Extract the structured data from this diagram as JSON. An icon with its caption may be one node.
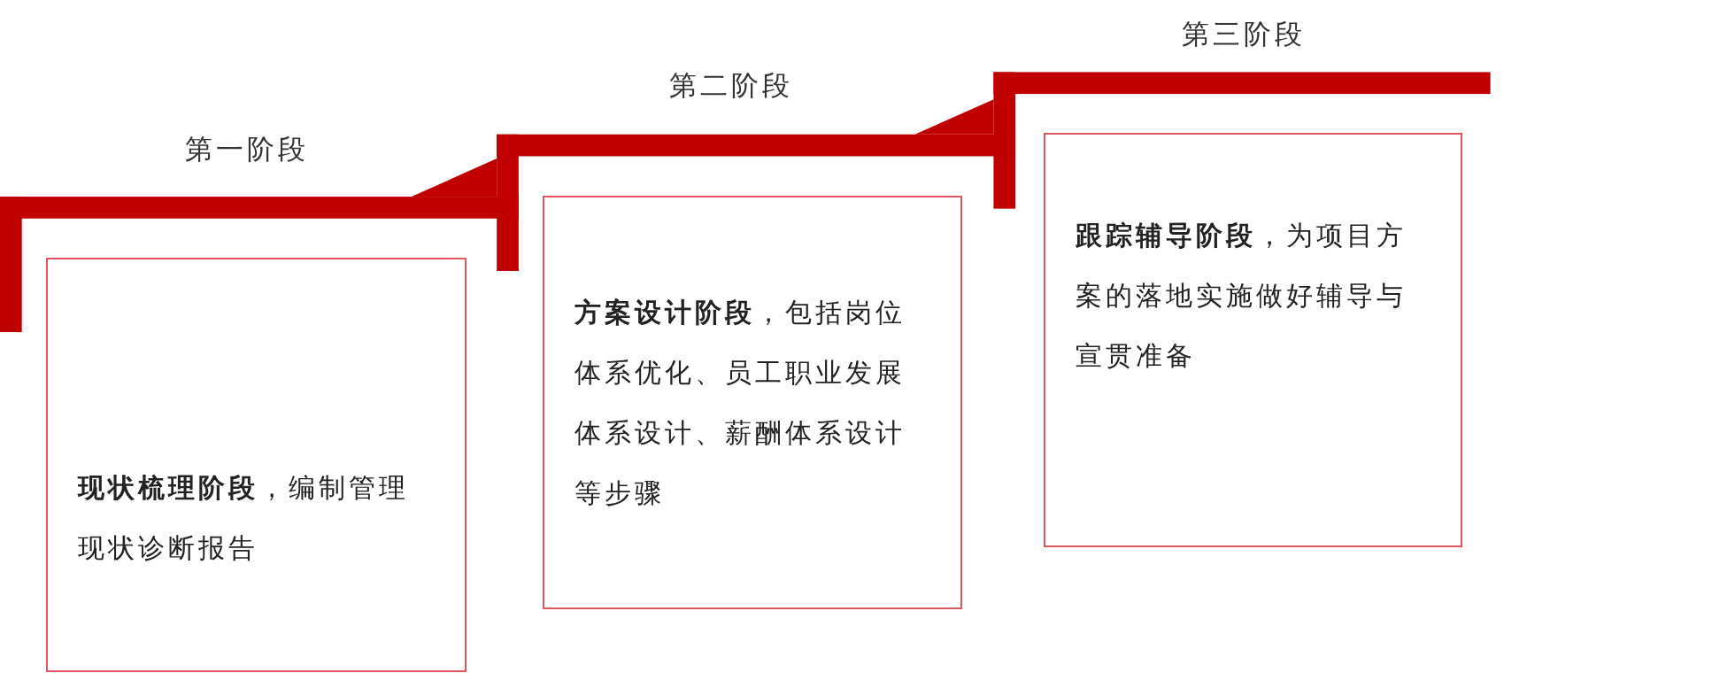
{
  "diagram": {
    "nodes": [
      {
        "text": [
          "**现状梳理阶段**，编制管理现状诊断报告"
        ]
      },
      {
        "text": [
          "**方案设计阶段**，包括岗位体系优化、员工职业发展体系设计、薪酬体系设计等步骤"
        ]
      },
      {
        "text": [
          "**跟踪辅导阶段**，为项目方案的落地实施做好辅导与宣贯准备"
        ]
      }
    ],
    "labels": [
      "第三阶段",
      "第二阶段",
      "第一阶段"
    ]
  }
}
